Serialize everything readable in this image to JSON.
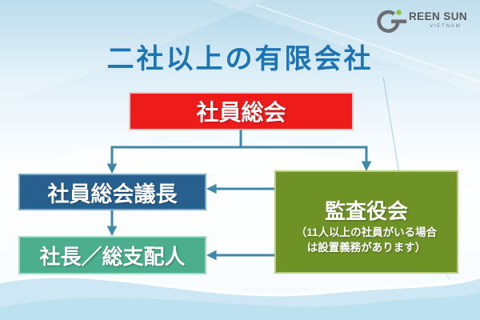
{
  "slide": {
    "title": "二社以上の有限会社",
    "title_color": "#1b74b4"
  },
  "logo": {
    "g_icon": "greensun-g-icon",
    "brand_suffix": "REEN SUN",
    "region": "VIETNAM",
    "g_color": "#6d6e71",
    "dot_color": "#8dc63f"
  },
  "diagram": {
    "connector_color": "#3e89a9",
    "nodes": {
      "meeting": {
        "label": "社員総会",
        "color": "#ee1b1b"
      },
      "chairman": {
        "label": "社員総会議長",
        "color": "#27608f"
      },
      "president": {
        "label": "社長／総支配人",
        "color": "#4bae8d"
      },
      "audit": {
        "label": "監査役会",
        "note_line1": "（11人以上の社員がいる場合",
        "note_line2": "は設置義務があります）",
        "color": "#6e9226"
      }
    }
  }
}
